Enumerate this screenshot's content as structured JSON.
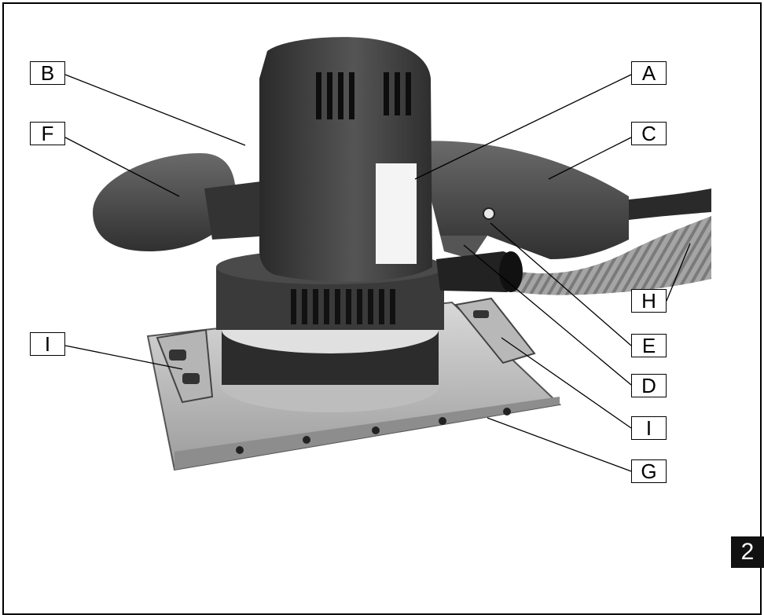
{
  "figure": {
    "description_labels": [
      "A",
      "B",
      "C",
      "D",
      "E",
      "F",
      "G",
      "H",
      "I",
      "I"
    ],
    "page_number": "2"
  },
  "callouts": {
    "A": "A",
    "B": "B",
    "C": "C",
    "D": "D",
    "E": "E",
    "F": "F",
    "G": "G",
    "H": "H",
    "I_left": "I",
    "I_right": "I"
  },
  "colors": {
    "body_dark": "#3a3a3a",
    "body_mid": "#5a5a5a",
    "metal_plate": "#c9c9c9",
    "hose": "#9a9a9a"
  }
}
